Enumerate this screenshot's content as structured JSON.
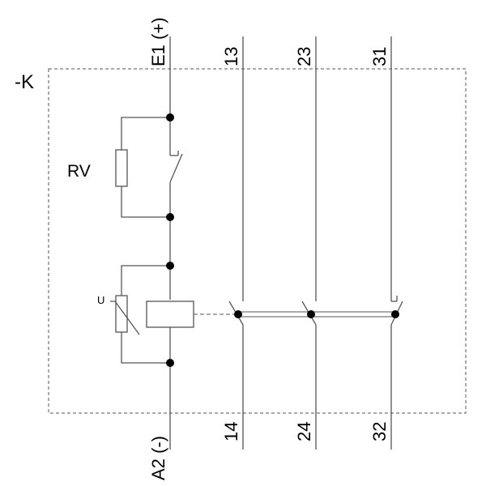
{
  "device_tag": "-K",
  "component_label": "RV",
  "varistor_label": "U",
  "top_terminals": [
    "E1 (+)",
    "13",
    "23",
    "31"
  ],
  "bottom_terminals": [
    "A2 (-)",
    "14",
    "24",
    "32"
  ]
}
